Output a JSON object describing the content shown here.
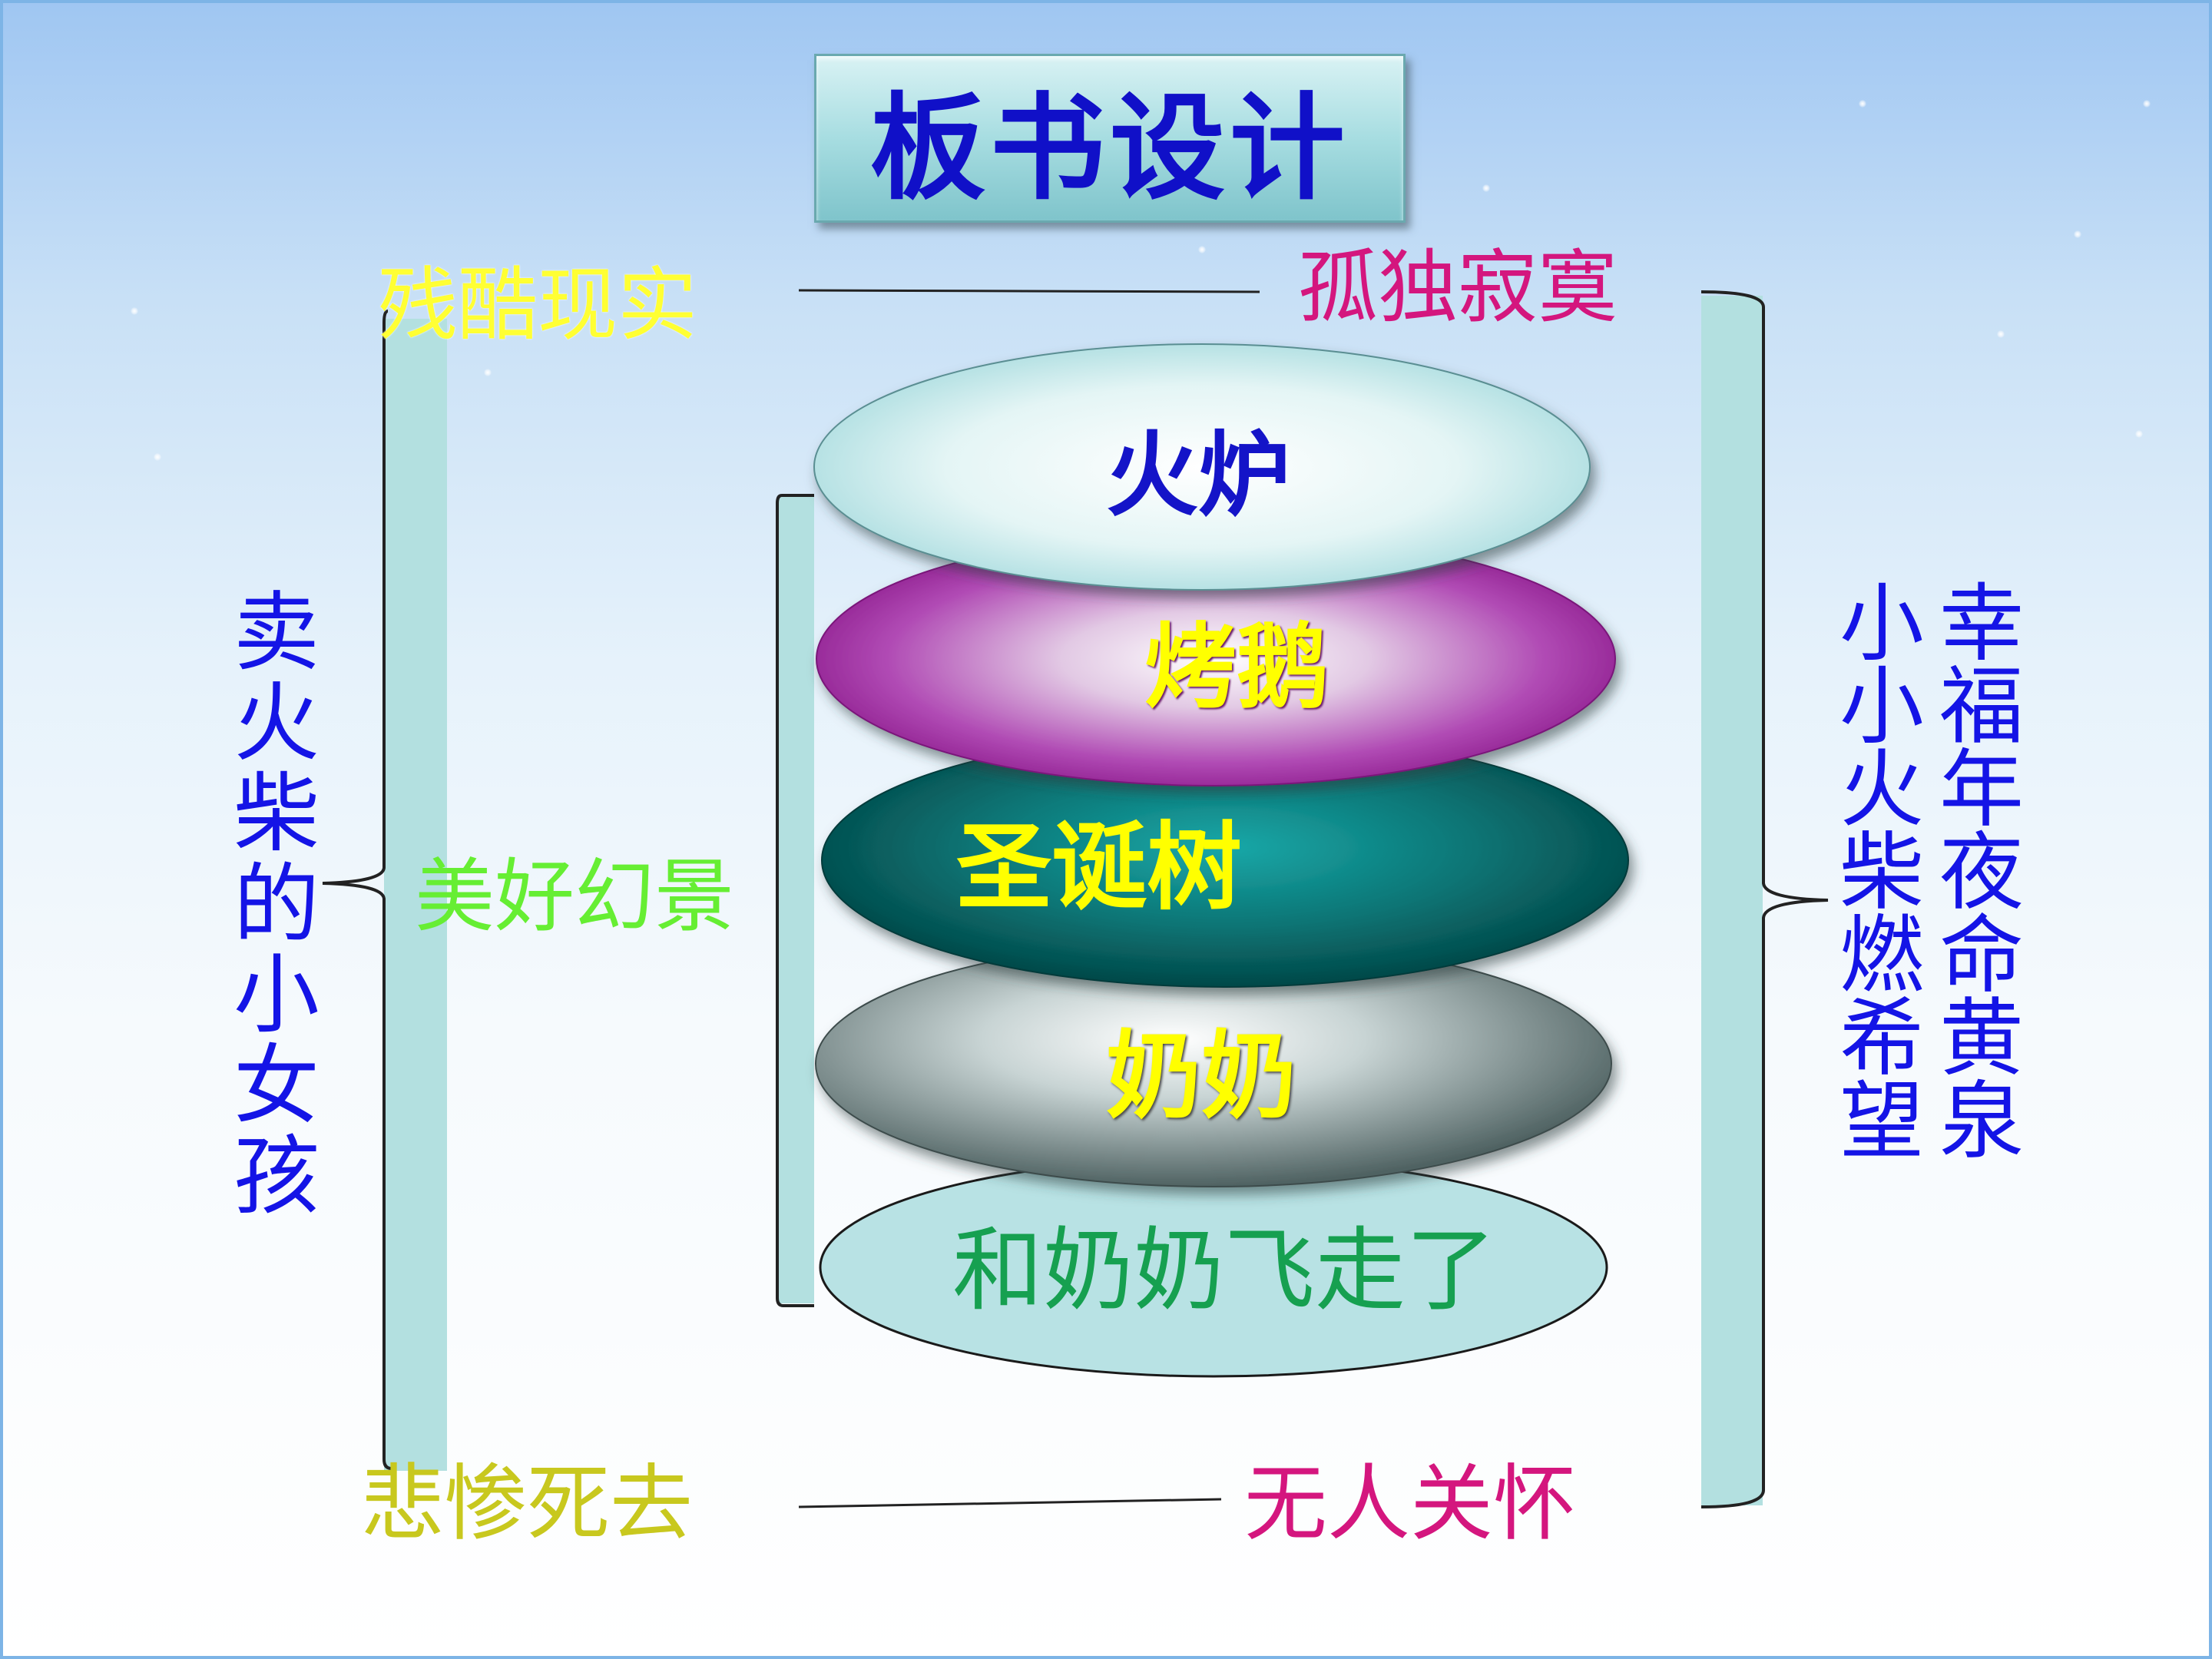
{
  "title": "板书设计",
  "top_left_label": "残酷现实",
  "top_right_label": "孤独寂寞",
  "bottom_left_label": "悲惨死去",
  "bottom_right_label": "无人关怀",
  "left_vertical": "卖火柴的小女孩",
  "middle_label": "美好幻景",
  "right_vertical_1": "小小火柴燃希望",
  "right_vertical_2": "幸福年夜命黄泉",
  "visions": [
    {
      "label": "火炉"
    },
    {
      "label": "烤鹅"
    },
    {
      "label": "圣诞树"
    },
    {
      "label": "奶奶"
    },
    {
      "label": "和奶奶飞走了"
    }
  ],
  "colors": {
    "title": "#1010c8",
    "reality": "#ffff33",
    "lonely": "#d4167e",
    "vision": "#66ee33",
    "death": "#c8c81e",
    "vertical": "#1414e6",
    "ellipse_text_yellow": "#ffff00",
    "ellipse_text_blue": "#1414c8",
    "ellipse_text_green": "#16a050"
  }
}
